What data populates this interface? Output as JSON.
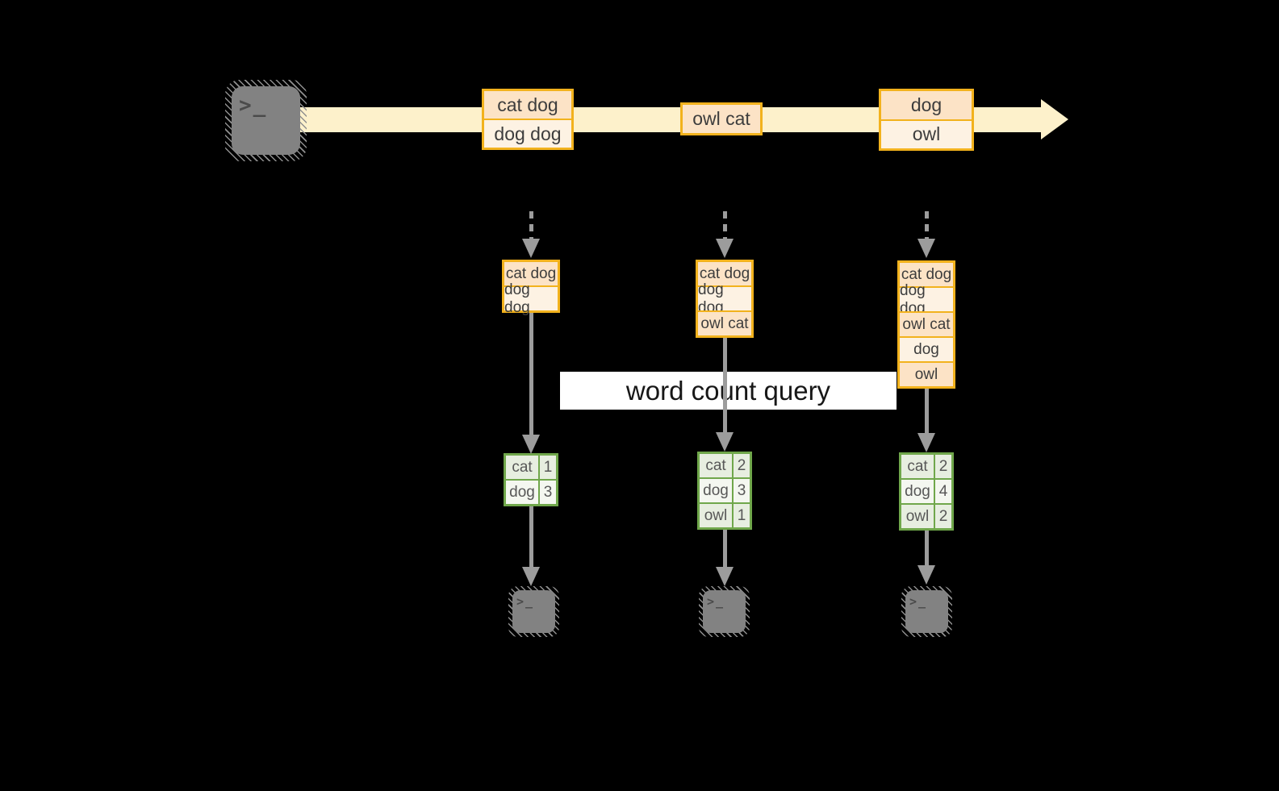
{
  "query": {
    "label": "word count query"
  },
  "stream": {
    "events": [
      {
        "rows": [
          "cat dog",
          "dog dog"
        ]
      },
      {
        "rows": [
          "owl cat"
        ]
      },
      {
        "rows": [
          "dog",
          "owl"
        ]
      }
    ]
  },
  "batches": [
    {
      "records": [
        "cat dog",
        "dog dog"
      ],
      "result": {
        "rows": [
          {
            "word": "cat",
            "count": "1"
          },
          {
            "word": "dog",
            "count": "3"
          }
        ]
      }
    },
    {
      "records": [
        "cat dog",
        "dog dog",
        "owl cat"
      ],
      "result": {
        "rows": [
          {
            "word": "cat",
            "count": "2"
          },
          {
            "word": "dog",
            "count": "3"
          },
          {
            "word": "owl",
            "count": "1"
          }
        ]
      }
    },
    {
      "records": [
        "cat dog",
        "dog dog",
        "owl cat",
        "dog",
        "owl"
      ],
      "result": {
        "rows": [
          {
            "word": "cat",
            "count": "2"
          },
          {
            "word": "dog",
            "count": "4"
          },
          {
            "word": "owl",
            "count": "2"
          }
        ]
      }
    }
  ],
  "icons": {
    "terminal_prompt": ">_"
  },
  "colors": {
    "background": "#000000",
    "stream_fill": "#fdf1cb",
    "event_border": "#f2b21d",
    "event_fill_dark": "#fce3c6",
    "event_fill_light": "#fdf2e3",
    "table_border": "#70a74b",
    "table_fill_dark": "#e7eee0",
    "table_fill_light": "#f4f7f0",
    "arrow_gray": "#9c9c9c",
    "terminal_gray": "#828282",
    "query_band_bg": "#ffffff"
  }
}
